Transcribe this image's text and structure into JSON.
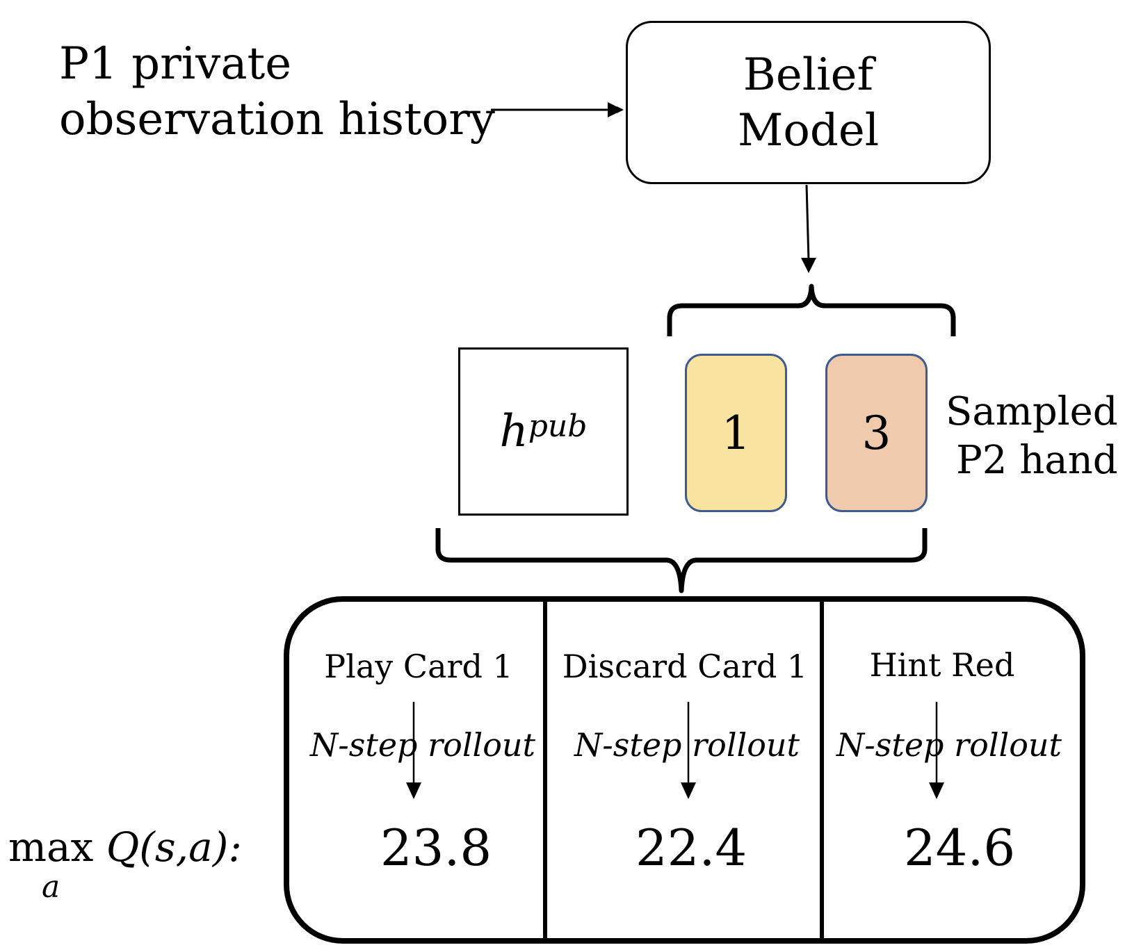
{
  "observation": {
    "line1": "P1 private",
    "line2": "observation history"
  },
  "belief_model": {
    "line1": "Belief",
    "line2": "Model"
  },
  "public_history": {
    "base": "h",
    "superscript": "pub"
  },
  "cards": [
    {
      "value": "1",
      "color": "#f8e4a0"
    },
    {
      "value": "3",
      "color": "#efcaac"
    }
  ],
  "sampled_label": {
    "line1": "Sampled",
    "line2": "P2 hand"
  },
  "q_label": {
    "main": "max",
    "sub": "a",
    "expr": "Q(s,a):"
  },
  "actions": [
    {
      "label": "Play Card 1",
      "rollout": "N-step rollout",
      "value": "23.8"
    },
    {
      "label": "Discard Card 1",
      "rollout": "N-step rollout",
      "value": "22.4"
    },
    {
      "label": "Hint Red",
      "rollout": "N-step rollout",
      "value": "24.6"
    }
  ]
}
